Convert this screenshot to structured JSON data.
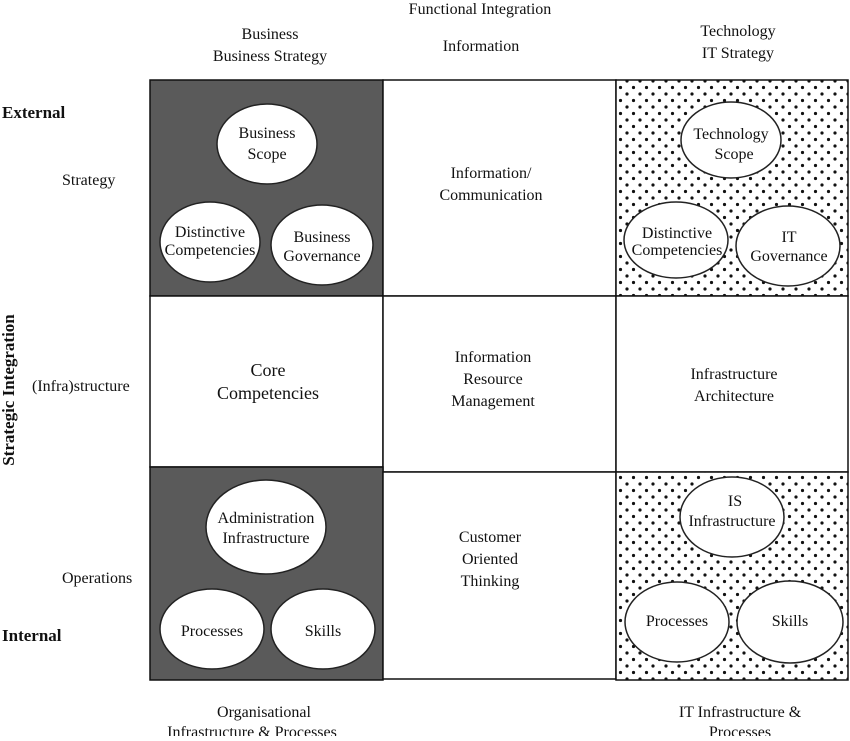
{
  "headers": {
    "functional_integration": "Functional Integration",
    "business": [
      "Business",
      "Business Strategy"
    ],
    "information": "Information",
    "technology": [
      "Technology",
      "IT Strategy"
    ]
  },
  "side": {
    "external": "External",
    "internal": "Internal",
    "strategic_integration": "Strategic Integration",
    "strategy": "Strategy",
    "infrastructure": "(Infra)structure",
    "operations": "Operations"
  },
  "cells": {
    "business_strategy": {
      "business_scope": [
        "Business",
        "Scope"
      ],
      "distinctive_competencies": [
        "Distinctive",
        "Competencies"
      ],
      "business_governance": [
        "Business",
        "Governance"
      ]
    },
    "information_strategy": [
      "Information/",
      "Communication"
    ],
    "technology_strategy": {
      "technology_scope": [
        "Technology",
        "Scope"
      ],
      "distinctive_competencies": [
        "Distinctive",
        "Competencies"
      ],
      "it_governance": [
        "IT",
        "Governance"
      ]
    },
    "business_infrastructure": [
      "Core",
      "Competencies"
    ],
    "information_infrastructure": [
      "Information",
      "Resource",
      "Management"
    ],
    "technology_infrastructure": [
      "Infrastructure",
      "Architecture"
    ],
    "business_operations": {
      "administration_infrastructure": [
        "Administration",
        "Infrastructure"
      ],
      "processes": "Processes",
      "skills": "Skills"
    },
    "information_operations": [
      "Customer",
      "Oriented",
      "Thinking"
    ],
    "technology_operations": {
      "is_infrastructure": [
        "IS",
        "Infrastructure"
      ],
      "processes": "Processes",
      "skills": "Skills"
    }
  },
  "footers": {
    "organisational": [
      "Organisational",
      "Infrastructure & Processes"
    ],
    "it_infrastructure": [
      "IT Infrastructure &",
      "Processes"
    ]
  },
  "colors": {
    "dark_fill": "#5a5a5a",
    "dot_pattern": "black dots on white"
  }
}
